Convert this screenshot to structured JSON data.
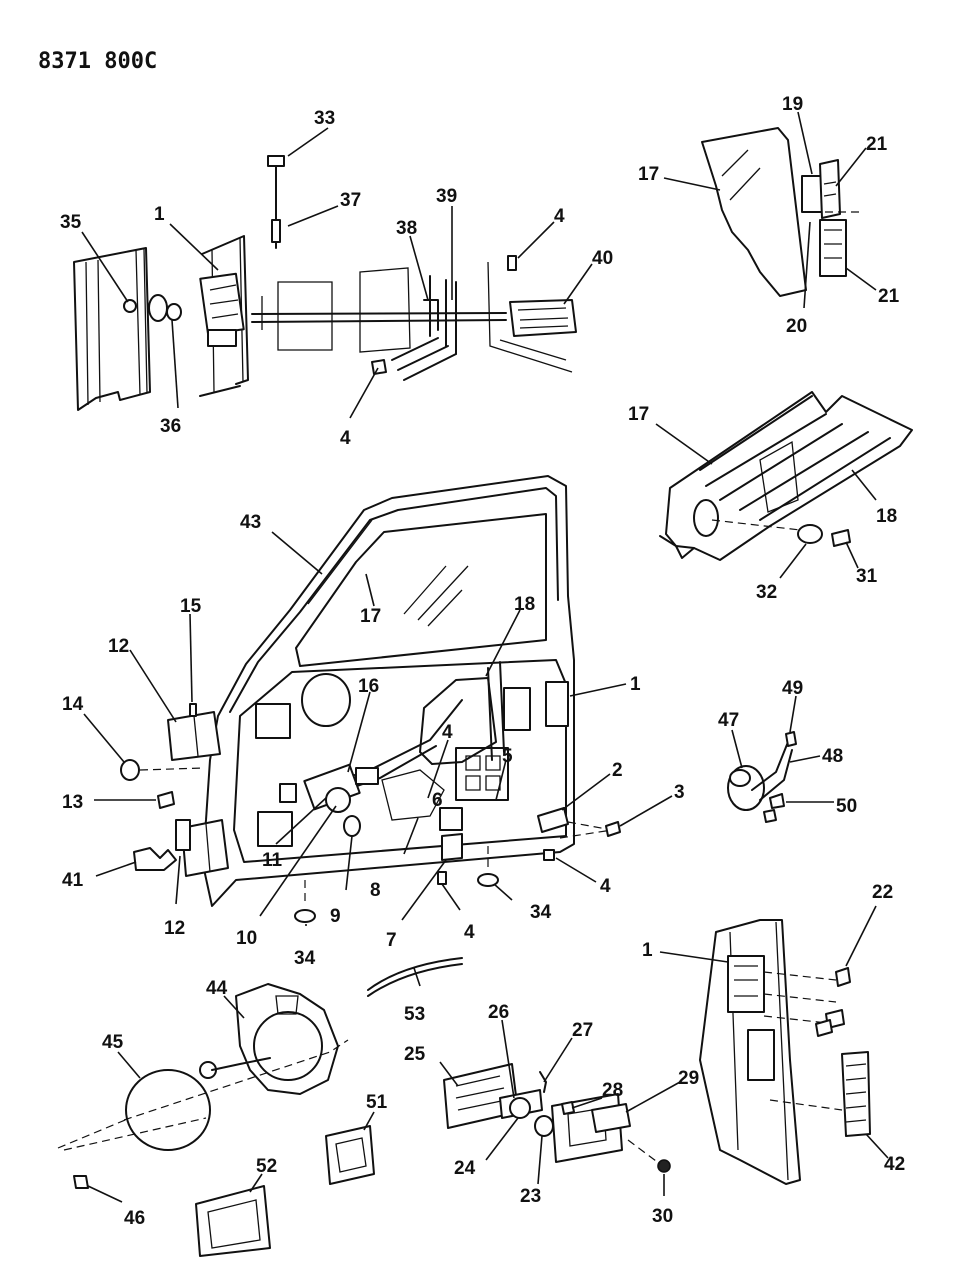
{
  "header": {
    "code": "8371 800C"
  },
  "callouts": {
    "c1a": "1",
    "c1b": "1",
    "c1c": "1",
    "c2": "2",
    "c3": "3",
    "c4a": "4",
    "c4b": "4",
    "c4c": "4",
    "c4d": "4",
    "c4e": "4",
    "c5": "5",
    "c6": "6",
    "c7": "7",
    "c8": "8",
    "c9": "9",
    "c10": "10",
    "c11": "11",
    "c12a": "12",
    "c12b": "12",
    "c13": "13",
    "c14": "14",
    "c15": "15",
    "c16": "16",
    "c17a": "17",
    "c17b": "17",
    "c17c": "17",
    "c18a": "18",
    "c18b": "18",
    "c19": "19",
    "c20": "20",
    "c21a": "21",
    "c21b": "21",
    "c22": "22",
    "c23": "23",
    "c24": "24",
    "c25": "25",
    "c26": "26",
    "c27": "27",
    "c28": "28",
    "c29": "29",
    "c30": "30",
    "c31": "31",
    "c32": "32",
    "c33": "33",
    "c34a": "34",
    "c34b": "34",
    "c35": "35",
    "c36": "36",
    "c37": "37",
    "c38": "38",
    "c39": "39",
    "c40": "40",
    "c41": "41",
    "c42": "42",
    "c43": "43",
    "c44": "44",
    "c45": "45",
    "c46": "46",
    "c47": "47",
    "c48": "48",
    "c49": "49",
    "c50": "50",
    "c51": "51",
    "c52": "52",
    "c53": "53"
  }
}
